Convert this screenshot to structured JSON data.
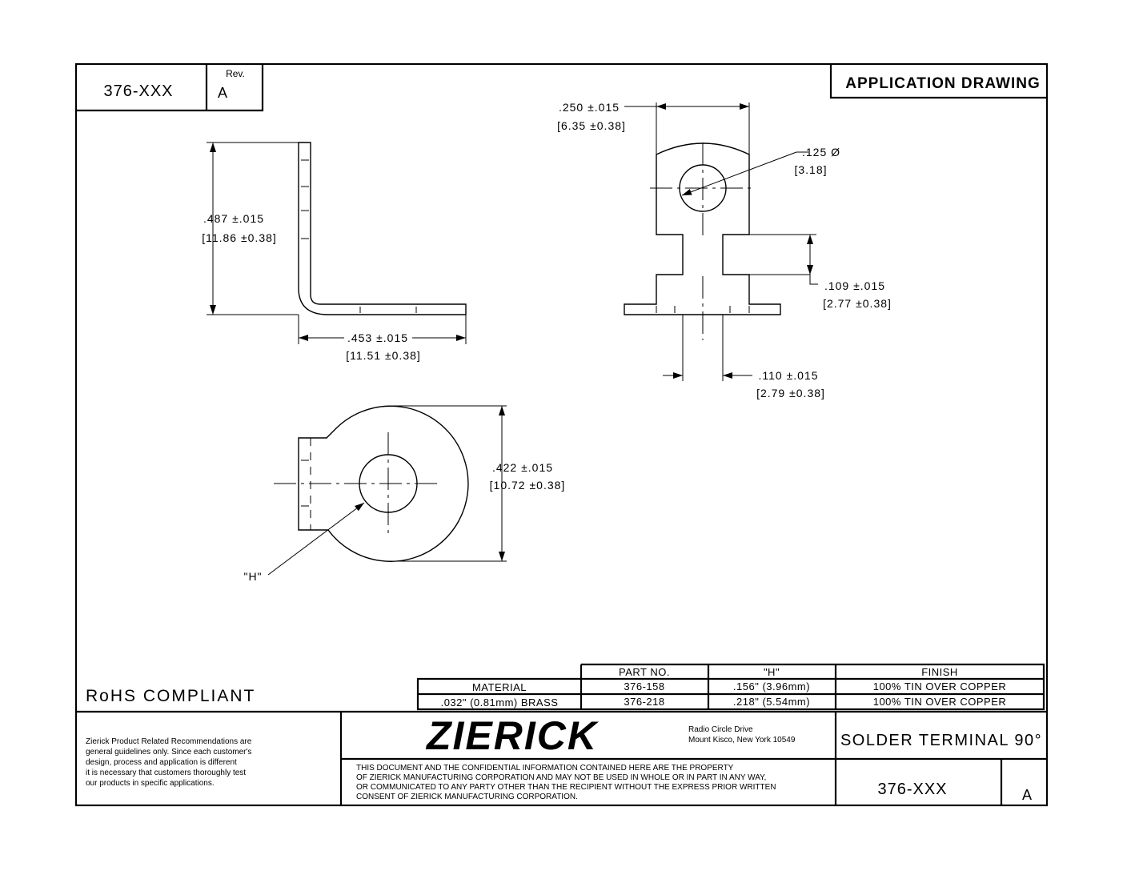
{
  "header": {
    "part_number": "376-XXX",
    "rev_label": "Rev.",
    "rev_value": "A",
    "drawing_type": "APPLICATION DRAWING"
  },
  "dimensions": {
    "height": ".487 ±.015",
    "height_mm": "[11.86 ±0.38]",
    "length": ".453 ±.015",
    "length_mm": "[11.51 ±0.38]",
    "width": ".250 ±.015",
    "width_mm": "[6.35 ±0.38]",
    "hole": ".125  Ø",
    "hole_mm": "[3.18]",
    "slot_depth": ".109 ±.015",
    "slot_depth_mm": "[2.77 ±0.38]",
    "slot_width": ".110 ±.015",
    "slot_width_mm": "[2.79 ±0.38]",
    "diameter": ".422 ±.015",
    "diameter_mm": "[10.72 ±0.38]",
    "h_label": "\"H\""
  },
  "rohs": "RoHS COMPLIANT",
  "table": {
    "headers": [
      "PART NO.",
      "\"H\"",
      "FINISH"
    ],
    "material_label": "MATERIAL",
    "material_value": ".032\" (0.81mm) BRASS",
    "rows": [
      {
        "part": "376-158",
        "h": ".156\" (3.96mm)",
        "finish": "100% TIN OVER COPPER"
      },
      {
        "part": "376-218",
        "h": ".218\" (5.54mm)",
        "finish": "100% TIN OVER COPPER"
      }
    ]
  },
  "title_block": {
    "disclaimer": [
      "Zierick Product Related Recommendations are",
      "general guidelines only. Since each customer's",
      "design, process and application is different",
      "it is necessary that customers thoroughly test",
      "our products in specific applications."
    ],
    "logo": "ZIERICK",
    "address": [
      "Radio Circle Drive",
      "Mount Kisco, New York 10549"
    ],
    "confidential": [
      "THIS DOCUMENT AND THE CONFIDENTIAL INFORMATION CONTAINED HERE ARE THE PROPERTY",
      "OF ZIERICK MANUFACTURING CORPORATION AND MAY NOT BE USED IN WHOLE OR IN PART IN ANY WAY,",
      "OR COMMUNICATED TO ANY PARTY OTHER THAN THE RECIPIENT WITHOUT THE EXPRESS PRIOR WRITTEN",
      "CONSENT OF ZIERICK MANUFACTURING CORPORATION."
    ],
    "title": "SOLDER TERMINAL 90°",
    "part_number": "376-XXX",
    "rev": "A"
  }
}
